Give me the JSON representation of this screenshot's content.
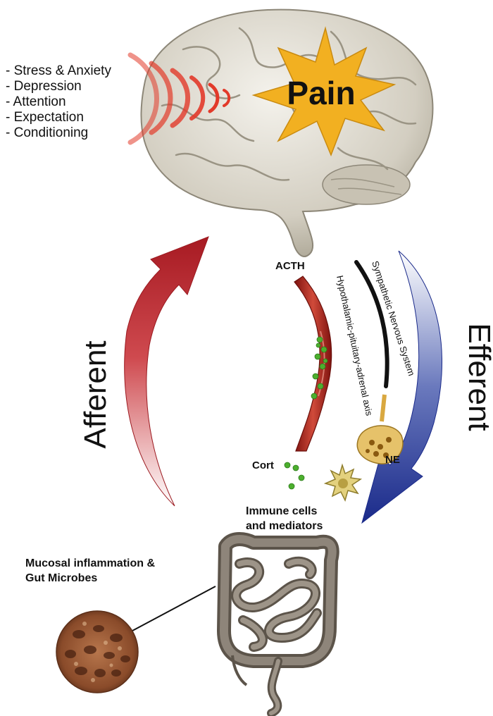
{
  "colors": {
    "afferent_arrow": "#b8202a",
    "efferent_arrow": "#1f2f8f",
    "pain_star": "#f2b021",
    "brain": "#d9d4c7",
    "vessel": "#b3261e",
    "gut": "#6e6458",
    "cortisol_dots": "#4caf2e"
  },
  "factors": [
    "- Stress & Anxiety",
    "- Depression",
    "- Attention",
    "- Expectation",
    "- Conditioning"
  ],
  "pain_label": "Pain",
  "afferent_label": "Afferent",
  "efferent_label": "Efferent",
  "acth_label": "ACTH",
  "hpa_label": "Hypothalamic-pituitary-adrenal axis",
  "sns_label": "Sympathetic Nervous System",
  "ne_label": "NE",
  "cort_label": "Cort",
  "immune_label": [
    "Immune cells",
    "and mediators"
  ],
  "mucosal_label": [
    "Mucosal inflammation &",
    "Gut Microbes"
  ],
  "icons": [
    "brain-icon",
    "pain-star-icon",
    "blood-vessel-icon",
    "nerve-terminal-icon",
    "immune-cell-icon",
    "intestine-icon",
    "mucosa-closeup-icon"
  ]
}
